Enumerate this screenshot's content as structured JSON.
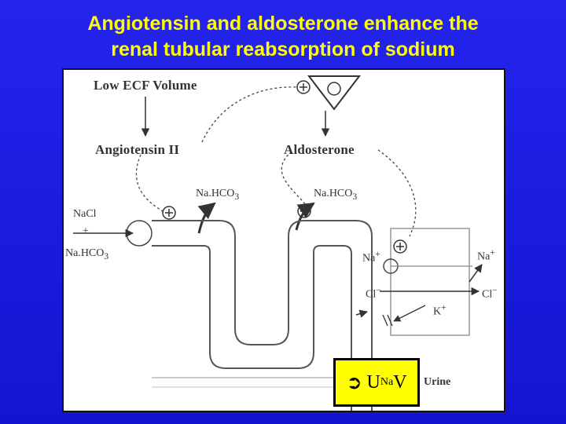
{
  "title": {
    "line1": "Angiotensin and aldosterone enhance the",
    "line2": "renal tubular reabsorption of sodium"
  },
  "diagram": {
    "low_ecf": "Low ECF Volume",
    "angiotensin": "Angiotensin II",
    "aldosterone": "Aldosterone",
    "nahco3_a": "Na.HCO",
    "nahco3_b": "Na.HCO",
    "sub3": "3",
    "nacl": "NaCl",
    "plus": "+",
    "nahco3_left": "Na.HCO",
    "na_in": "Na",
    "na_out": "Na",
    "cl_in": "Cl",
    "cl_out": "Cl",
    "k": "K",
    "urine": "Urine",
    "plus_sign": "+",
    "minus_sign": "−",
    "result_arrow": "➲",
    "result_u": "U",
    "result_sub": "Na",
    "result_v": "V"
  },
  "colors": {
    "background": "#1a1ae0",
    "title": "#ffff00",
    "result_box": "#ffff00"
  }
}
